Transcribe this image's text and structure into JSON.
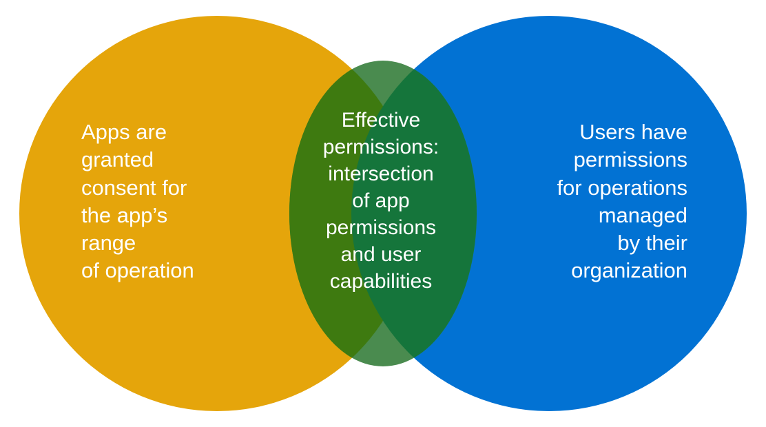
{
  "diagram": {
    "type": "venn",
    "title": "Effective permissions Venn diagram",
    "background_color": "#ffffff",
    "sets": [
      {
        "id": "app-permissions",
        "name": "App permissions circle",
        "position": "left",
        "fill_color": "#E5A50B",
        "text_color": "#ffffff",
        "text_align": "left",
        "label": "Apps are\ngranted\nconsent for\nthe app’s\nrange\nof operation"
      },
      {
        "id": "user-permissions",
        "name": "User permissions circle",
        "position": "right",
        "fill_color": "#0272D3",
        "text_color": "#ffffff",
        "text_align": "right",
        "label": "Users have\npermissions\nfor operations\nmanaged\nby their\norganization"
      }
    ],
    "intersection": {
      "id": "effective-permissions",
      "name": "Effective permissions intersection",
      "position": "center",
      "shape": "ellipse",
      "text_color": "#ffffff",
      "text_align": "center",
      "fill_over_white": "#4A8B4F",
      "fill_over_orange": "#3E7A10",
      "fill_over_blue": "#15753B",
      "label": "Effective\npermissions:\nintersection\nof app\npermissions\nand user\ncapabilities"
    },
    "colors": {
      "orange": "#E5A50B",
      "blue": "#0272D3",
      "green_light": "#4A8B4F",
      "green_olive": "#3E7A10",
      "green_forest": "#15753B",
      "white": "#ffffff"
    }
  }
}
